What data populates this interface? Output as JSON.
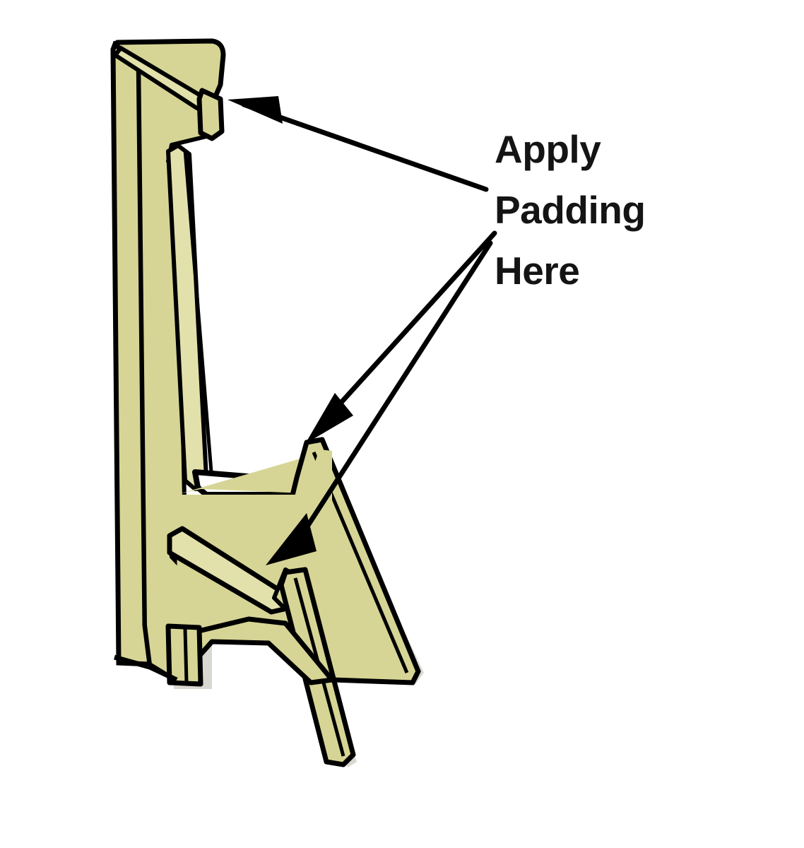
{
  "figure": {
    "title": "Apply Padding Here",
    "background_color": "#ffffff",
    "profile_fill_color": "#d6d595",
    "profile_fill_light_color": "#e2e1ab",
    "profile_outline_color": "#000000",
    "profile_shadow_color": "#8e8e7a",
    "arrow_color": "#000000",
    "text_color": "#141414"
  },
  "callout": {
    "line1": "Apply",
    "line2": "Padding",
    "line3": "Here"
  },
  "annotations": {
    "arrow_top_label": "arrow pointing to upper flange return lip",
    "arrow_middle_label": "arrow pointing to inner flange peak",
    "arrow_lower_label": "arrow pointing to lower ledge fold"
  },
  "chart_data": {
    "type": "diagram",
    "title": "Apply Padding Here",
    "description": "Cross-section of a formed sheet-metal bracket profile with three leader arrows indicating where padding should be applied.",
    "labels": [
      "Apply",
      "Padding",
      "Here"
    ],
    "arrows": [
      {
        "name": "arrow-top",
        "from": [
          688,
          268
        ],
        "to": [
          322,
          141
        ]
      },
      {
        "name": "arrow-middle",
        "from": [
          700,
          330
        ],
        "to": [
          432,
          628
        ]
      },
      {
        "name": "arrow-lower",
        "from": [
          694,
          344
        ],
        "to": [
          376,
          800
        ]
      }
    ]
  }
}
